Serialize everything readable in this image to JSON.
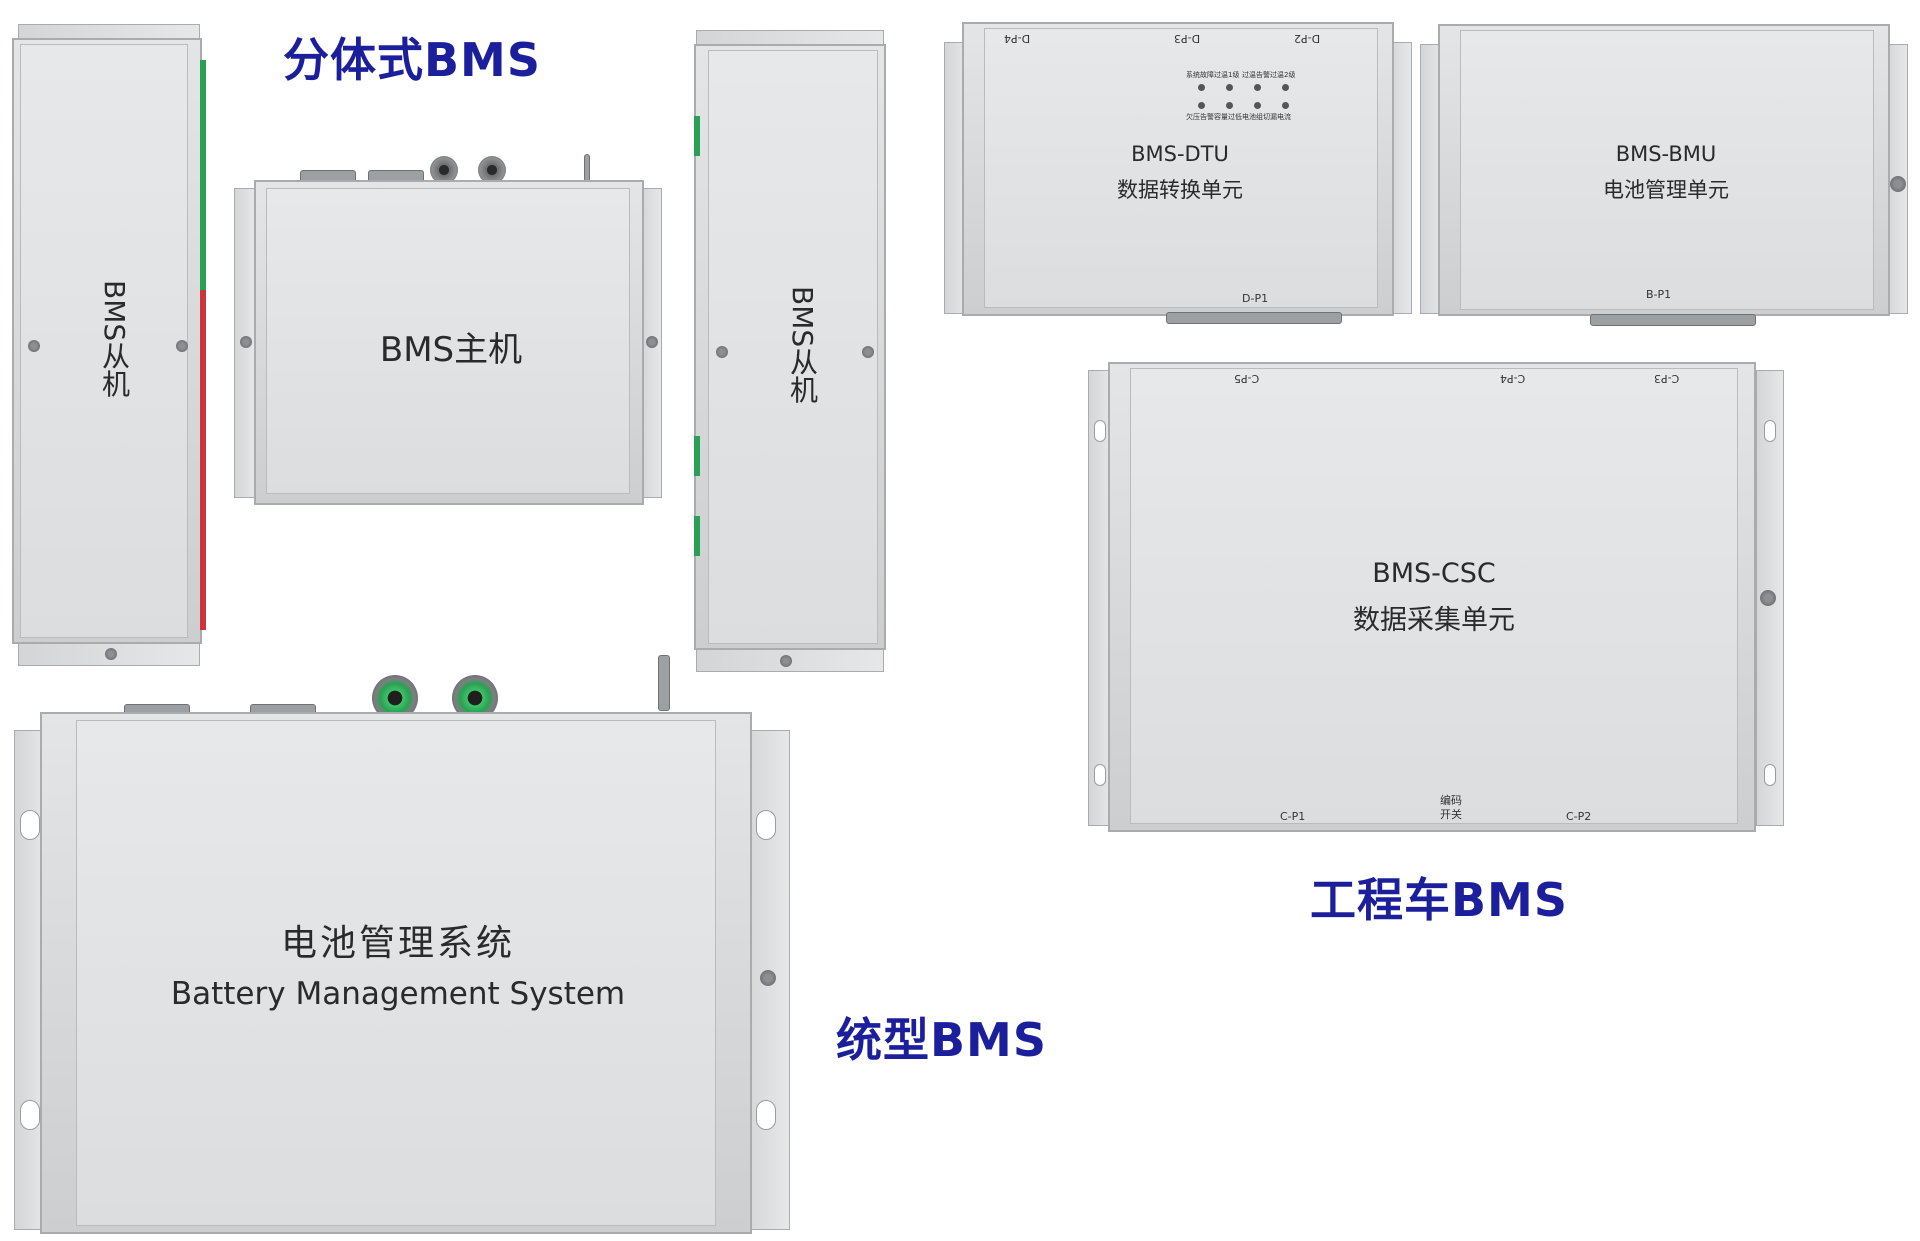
{
  "headings": {
    "split_bms": "分体式BMS",
    "integrated_bms": "统型BMS",
    "engineering_vehicle_bms": "工程车BMS"
  },
  "split_bms": {
    "slave_left_label": "BMS从机",
    "master_label": "BMS主机",
    "slave_right_label": "BMS从机"
  },
  "integrated": {
    "label_cn": "电池管理系统",
    "label_en": "Battery Management System"
  },
  "dtu": {
    "title": "BMS-DTU",
    "subtitle": "数据转换单元",
    "ports": {
      "p4": "D-P4",
      "p3": "D-P3",
      "p2": "D-P2",
      "p1": "D-P1"
    },
    "indicators_top": [
      "系统故障",
      "过温1级",
      "过温告警",
      "过温2级"
    ],
    "indicators_bottom": [
      "欠压告警",
      "容量过低",
      "电池组切",
      "漏电流"
    ]
  },
  "bmu": {
    "title": "BMS-BMU",
    "subtitle": "电池管理单元",
    "ports": {
      "p1": "B-P1"
    }
  },
  "csc": {
    "title": "BMS-CSC",
    "subtitle": "数据采集单元",
    "ports": {
      "p5": "C-P5",
      "p4": "C-P4",
      "p3": "C-P3",
      "p1": "C-P1",
      "p2": "C-P2"
    },
    "switch_label_1": "编码",
    "switch_label_2": "开关"
  },
  "colors": {
    "heading": "#1b1f9c",
    "case": "#dcdddf",
    "accent_green": "#2aa152",
    "accent_red": "#c8353a"
  }
}
